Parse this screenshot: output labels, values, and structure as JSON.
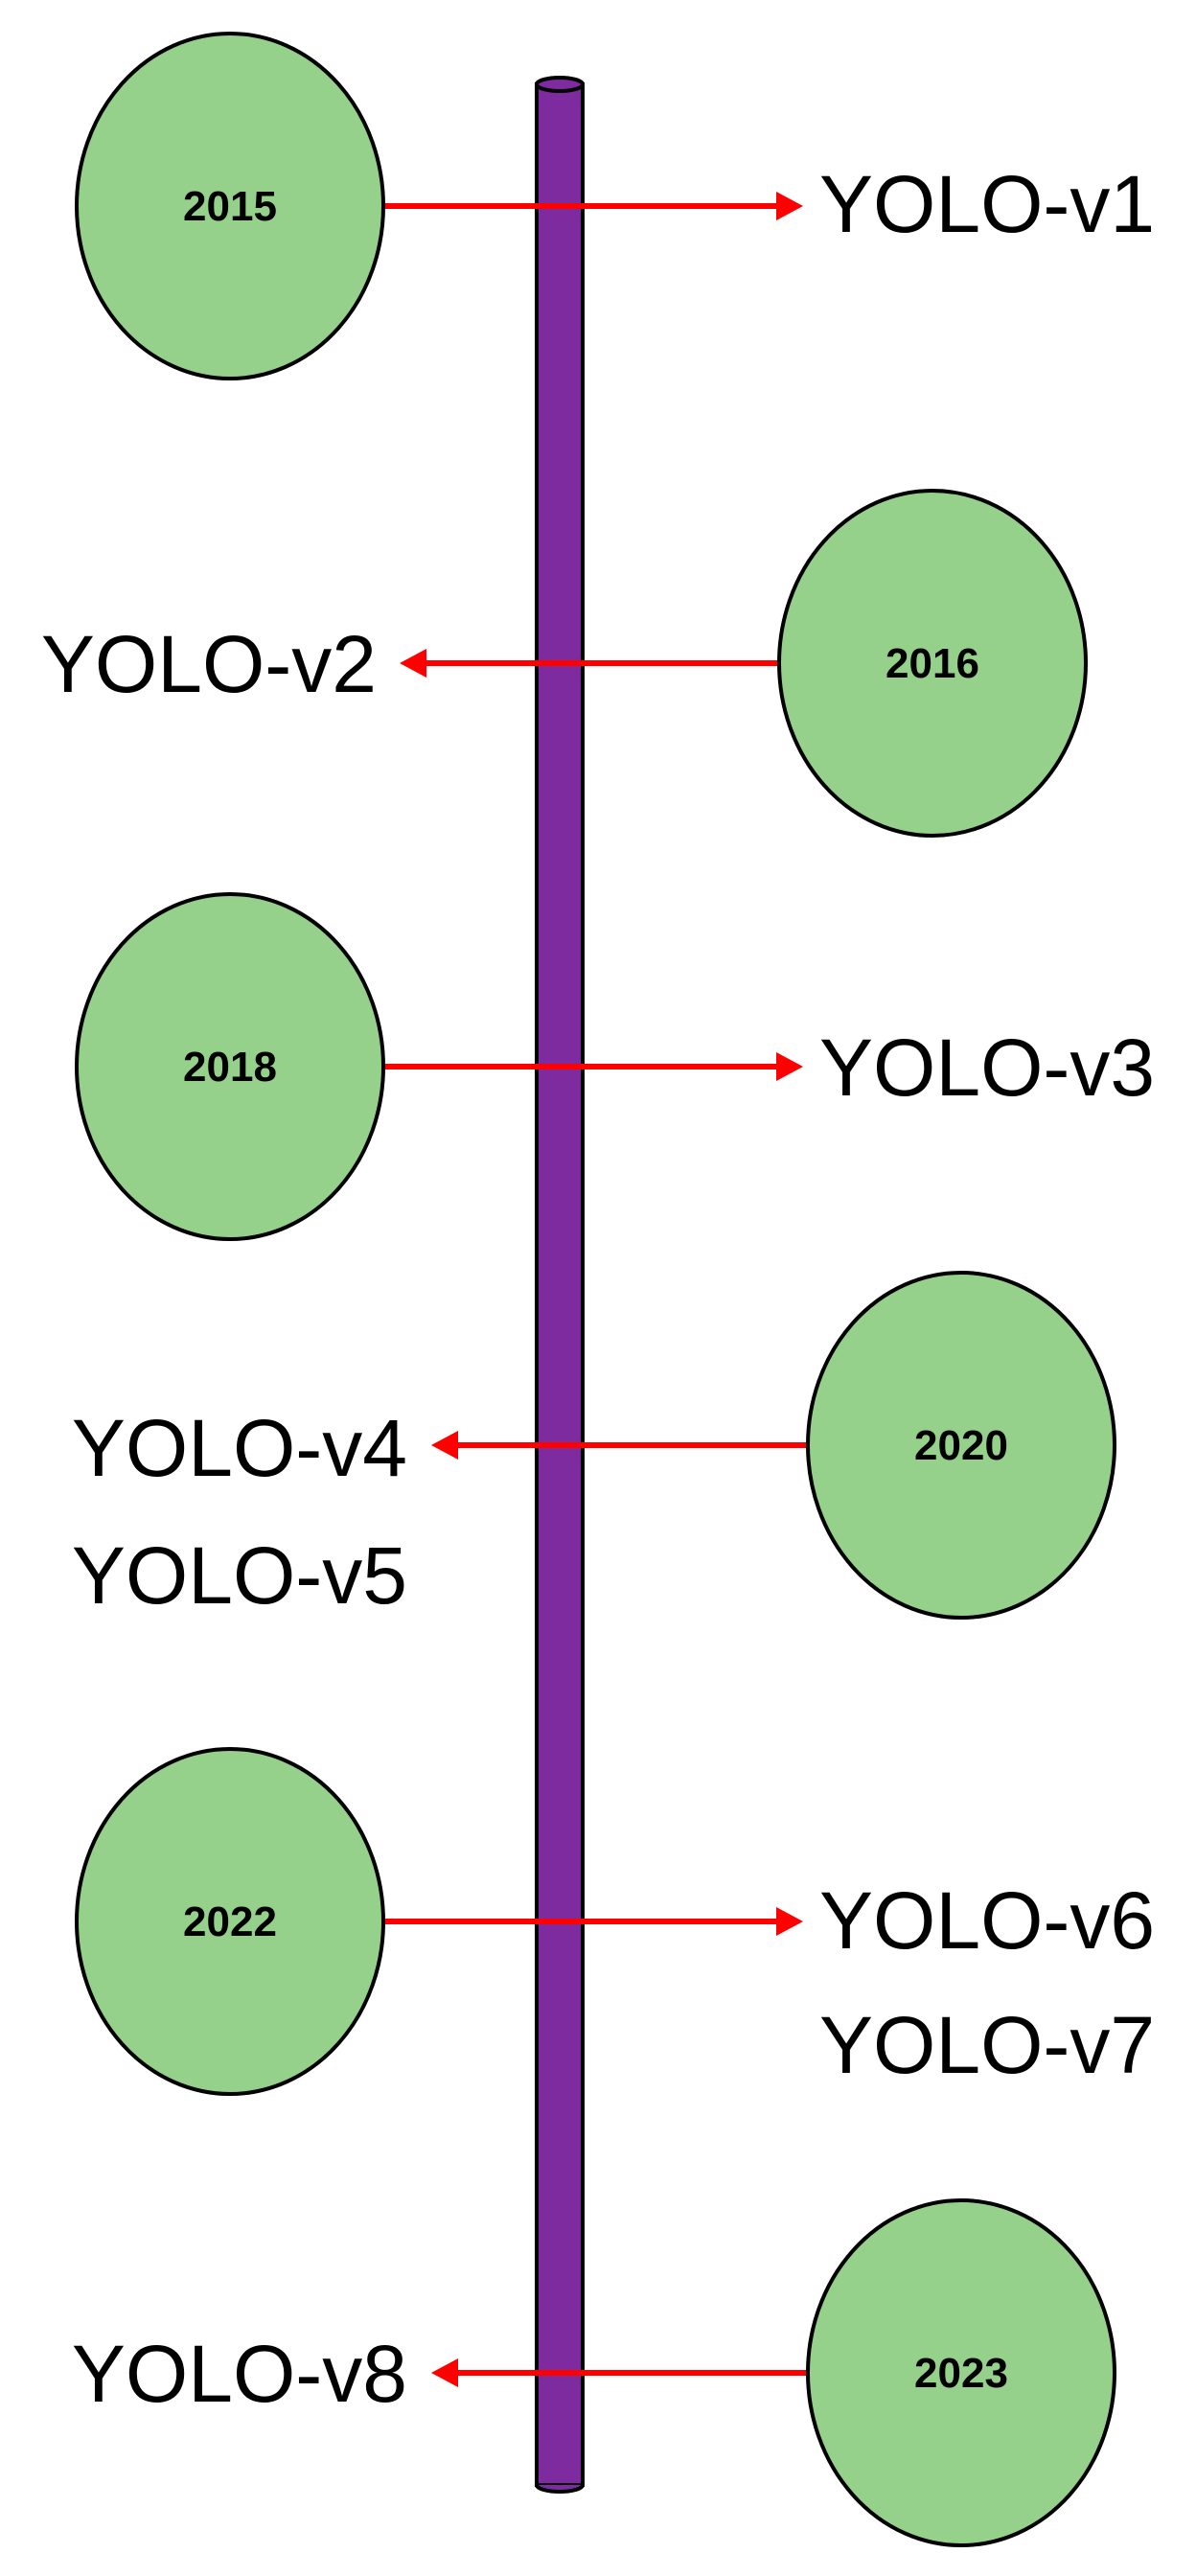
{
  "colors": {
    "axis_fill": "#7d2b9f",
    "axis_stroke": "#000000",
    "node_fill": "#95d18a",
    "node_stroke": "#000000",
    "arrow": "#ff0000",
    "text": "#000000",
    "background": "#ffffff"
  },
  "milestones": [
    {
      "year": "2015",
      "models": [
        "YOLO-v1"
      ]
    },
    {
      "year": "2016",
      "models": [
        "YOLO-v2"
      ]
    },
    {
      "year": "2018",
      "models": [
        "YOLO-v3"
      ]
    },
    {
      "year": "2020",
      "models": [
        "YOLO-v4",
        "YOLO-v5"
      ]
    },
    {
      "year": "2022",
      "models": [
        "YOLO-v6",
        "YOLO-v7"
      ]
    },
    {
      "year": "2023",
      "models": [
        "YOLO-v8"
      ]
    }
  ]
}
